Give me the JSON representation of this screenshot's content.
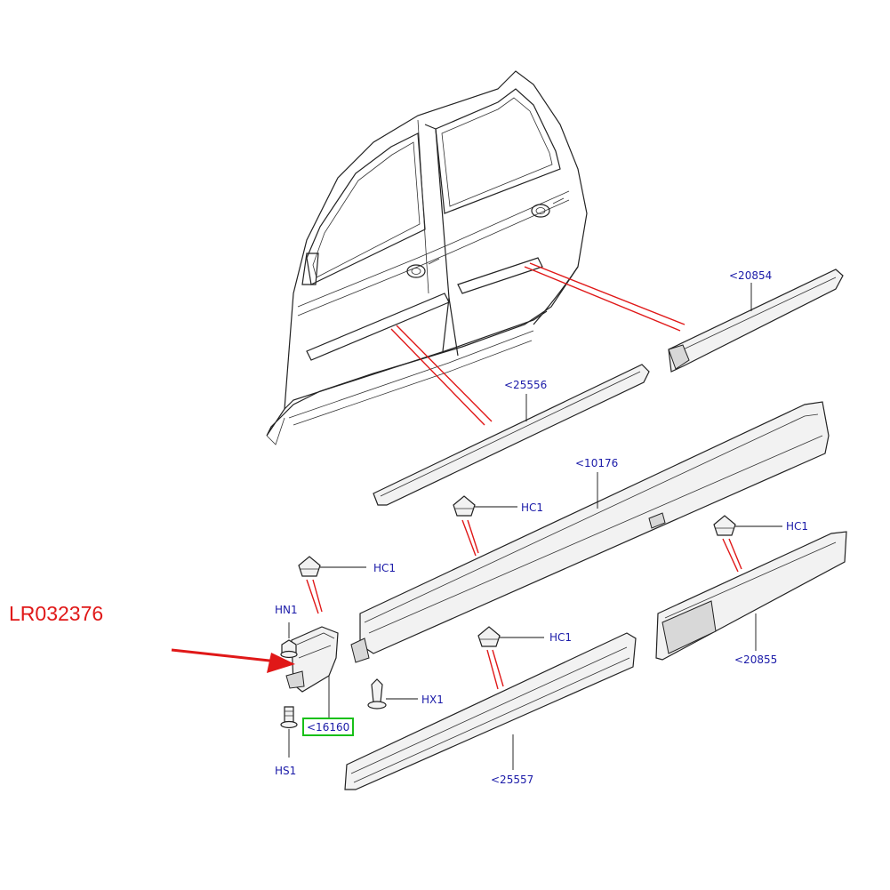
{
  "part_number": "LR032376",
  "labels": {
    "c20854": "<20854",
    "c25556": "<25556",
    "c10176": "<10176",
    "hc1_a": "HC1",
    "hc1_b": "HC1",
    "hc1_c": "HC1",
    "hc1_d": "HC1",
    "hn1": "HN1",
    "hx1": "HX1",
    "hs1": "HS1",
    "c16160": "<16160",
    "c20855": "<20855",
    "c25557": "<25557"
  },
  "colors": {
    "callout": "#1a1aa8",
    "highlight_box": "#18c018",
    "arrow": "#e01818"
  }
}
